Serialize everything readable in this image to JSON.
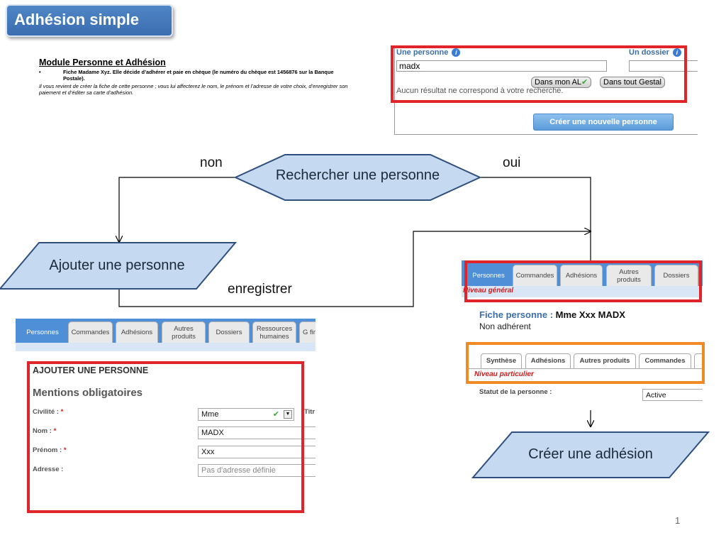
{
  "slide": {
    "title": "Adhésion simple",
    "page_number": "1"
  },
  "description": {
    "heading": "Module Personne et Adhésion",
    "bullet_marker": "•",
    "bullet": "Fiche Madame Xyz.  Elle décide d’adhérer et paie en chèque  (le numéro du chèque est  1456876 sur la Banque Postale).",
    "note": "Il vous revient de créer la fiche de cette personne ; vous lui affecterez le nom, le prénom et l’adresse de votre choix, d’enregistrer son paiement et d’éditer sa carte d’adhésion."
  },
  "flow": {
    "decision": "Rechercher une personne",
    "branch_no": "non",
    "branch_yes": "oui",
    "add_person": "Ajouter une personne",
    "save": "enregistrer",
    "create_membership": "Créer une adhésion",
    "shape_fill": "#c5d9f1",
    "shape_stroke": "#2f4f7f"
  },
  "search_panel": {
    "person_label": "Une personne",
    "dossier_label": "Un dossier",
    "info_glyph": "i",
    "query": "madx",
    "scope_local": "Dans mon AL",
    "check_glyph": "✔",
    "scope_all": "Dans tout Gestal",
    "no_result": "Aucun résultat ne correspond à votre recherche.",
    "create_button": "Créer une nouvelle personne"
  },
  "fiche_panel": {
    "tabs": [
      "Personnes",
      "Commandes",
      "Adhésions",
      "Autres produits",
      "Dossiers"
    ],
    "level_general": "Niveau général",
    "fiche_prefix": "Fiche personne : ",
    "fiche_name": "Mme Xxx MADX",
    "status_text": "Non adhérent",
    "subtabs": [
      "Synthèse",
      "Adhésions",
      "Autres produits",
      "Commandes"
    ],
    "level_particular": "Niveau particulier",
    "status_label": "Statut de la personne :",
    "status_value": "Active"
  },
  "ajout_panel": {
    "tabs": [
      "Personnes",
      "Commandes",
      "Adhésions",
      "Autres produits",
      "Dossiers",
      "Ressources humaines",
      "G fin"
    ],
    "heading": "AJOUTER UNE PERSONNE",
    "section": "Mentions obligatoires",
    "required_mark": "*",
    "civility_label": "Civilité :",
    "civility_value": "Mme",
    "title_label_partial": "Titr",
    "name_label": "Nom :",
    "name_value": "MADX",
    "firstname_label": "Prénom :",
    "firstname_value": "Xxx",
    "address_label": "Adresse :",
    "address_placeholder": "Pas d'adresse définie"
  },
  "colors": {
    "accent": "#4f8fd8",
    "highlight_red": "#e1232a",
    "highlight_orange": "#f08a24"
  }
}
